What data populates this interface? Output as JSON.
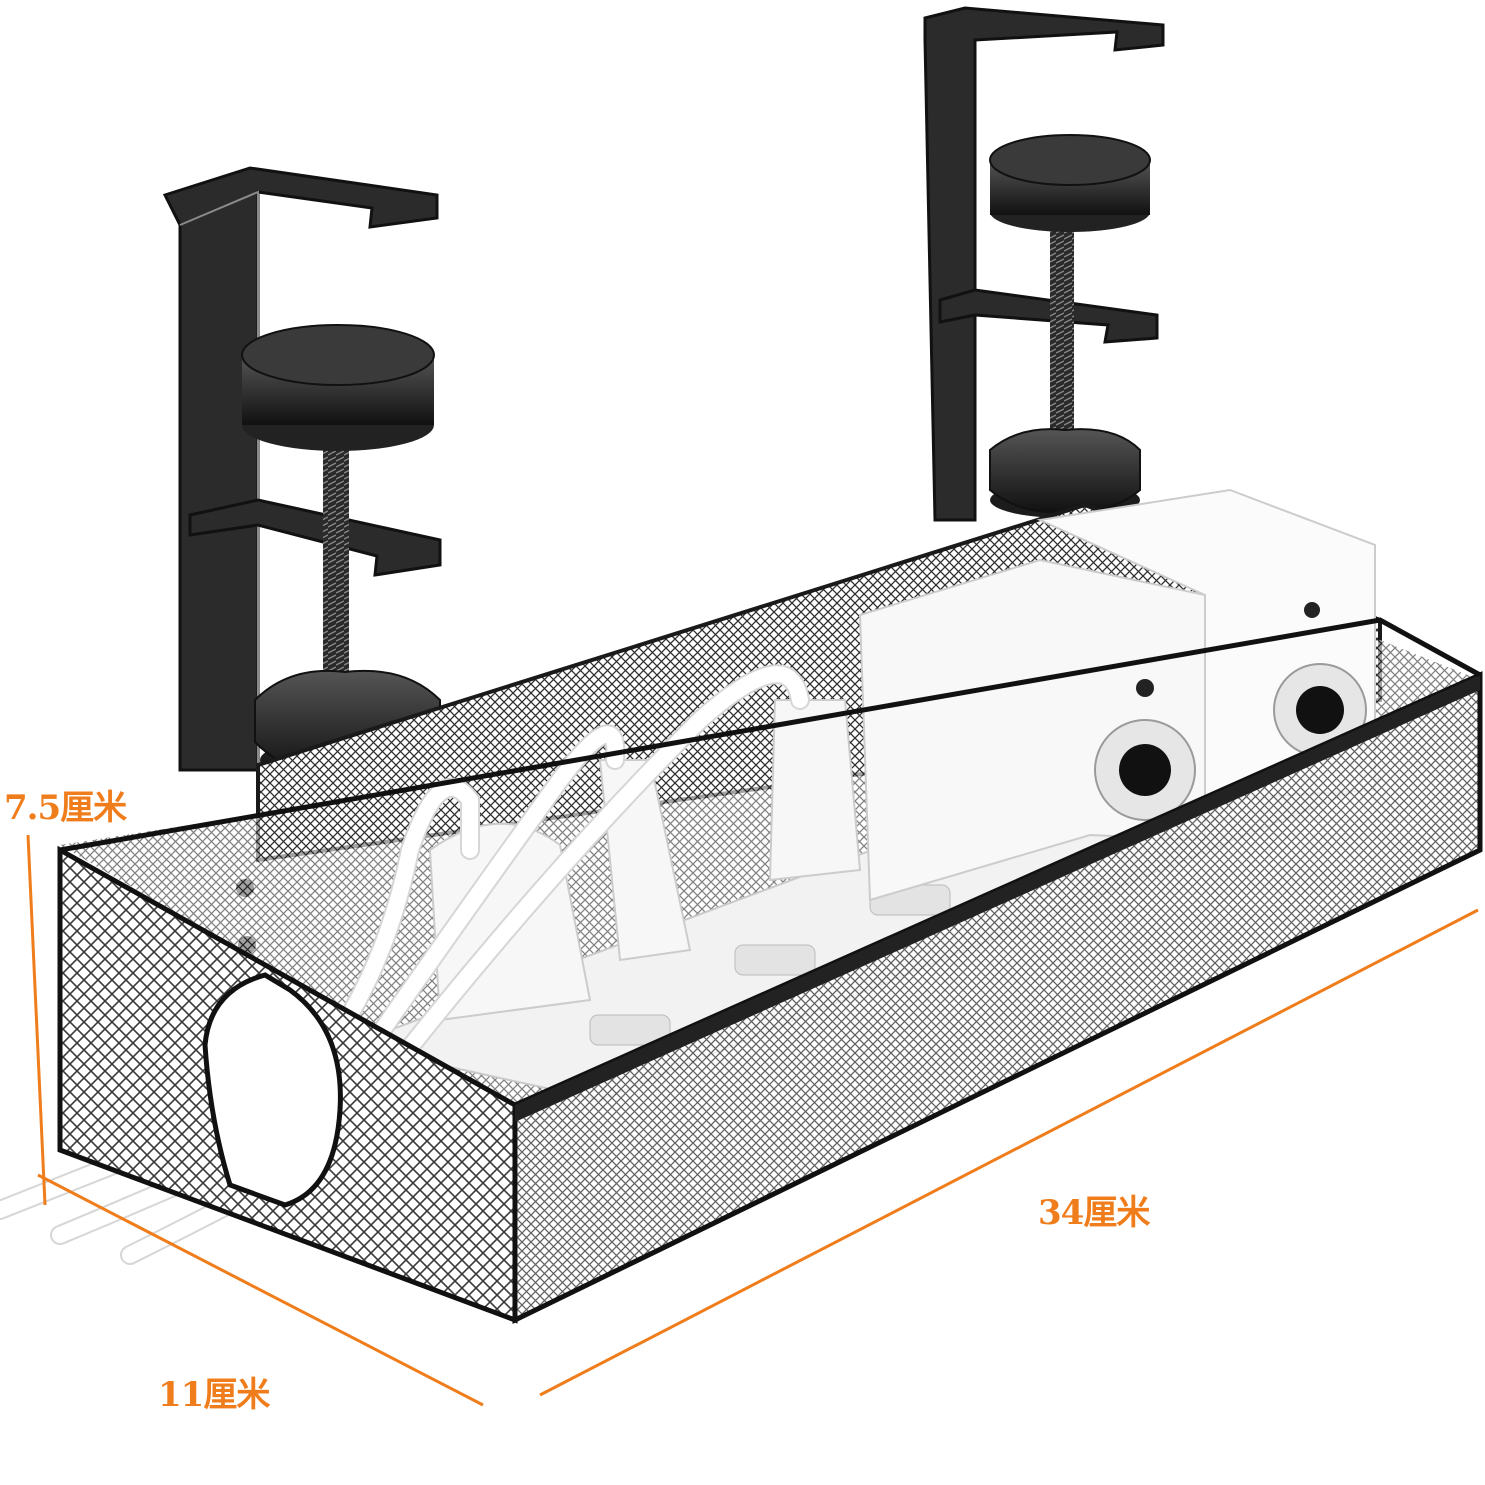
{
  "dimensions": {
    "height_label": "7.5厘米",
    "depth_label": "11厘米",
    "length_label": "34厘米"
  },
  "colors": {
    "dimension_accent": "#f07d1b",
    "metal_frame": "#1a1a1a",
    "mesh": "#3a3a3a",
    "plastic": "#f2f2f2",
    "background": "#ffffff"
  }
}
